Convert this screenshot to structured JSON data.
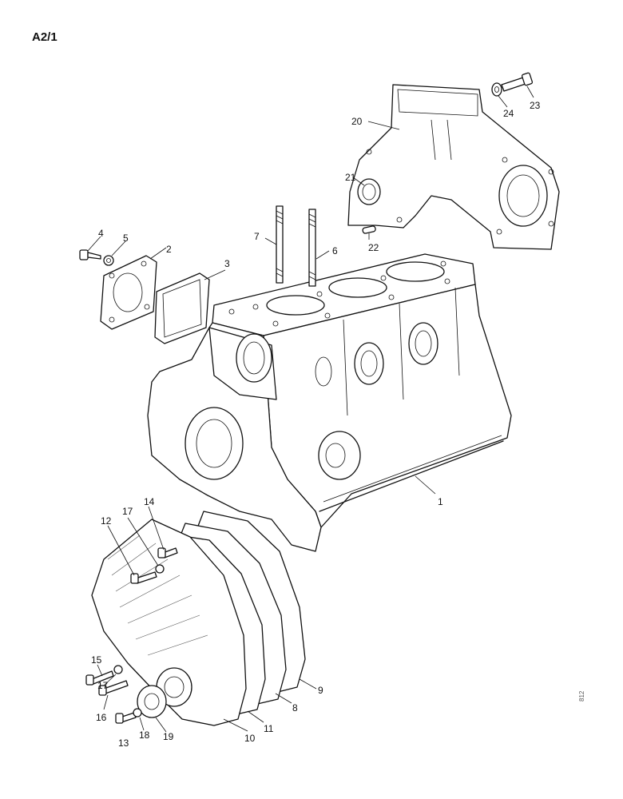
{
  "page": {
    "code": "A2/1",
    "plate_code": "812"
  },
  "callouts": [
    {
      "id": "1",
      "label": "1"
    },
    {
      "id": "2",
      "label": "2"
    },
    {
      "id": "3",
      "label": "3"
    },
    {
      "id": "4",
      "label": "4"
    },
    {
      "id": "5",
      "label": "5"
    },
    {
      "id": "6",
      "label": "6"
    },
    {
      "id": "7",
      "label": "7"
    },
    {
      "id": "8",
      "label": "8"
    },
    {
      "id": "9",
      "label": "9"
    },
    {
      "id": "10",
      "label": "10"
    },
    {
      "id": "11",
      "label": "11"
    },
    {
      "id": "12",
      "label": "12"
    },
    {
      "id": "13",
      "label": "13"
    },
    {
      "id": "14",
      "label": "14"
    },
    {
      "id": "15",
      "label": "15"
    },
    {
      "id": "16",
      "label": "16"
    },
    {
      "id": "17a",
      "label": "17"
    },
    {
      "id": "17b",
      "label": "17"
    },
    {
      "id": "18",
      "label": "18"
    },
    {
      "id": "19",
      "label": "19"
    },
    {
      "id": "20",
      "label": "20"
    },
    {
      "id": "21",
      "label": "21"
    },
    {
      "id": "22",
      "label": "22"
    },
    {
      "id": "23",
      "label": "23"
    },
    {
      "id": "24",
      "label": "24"
    }
  ]
}
